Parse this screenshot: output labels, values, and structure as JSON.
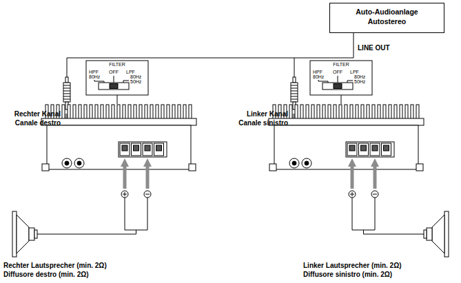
{
  "diagram": {
    "nodes": [
      {
        "text": [
          "Auto-Audioanlage",
          "Autostereo"
        ]
      }
    ],
    "labels": [
      "LINE OUT",
      "FILTER",
      "HPF",
      "OFF",
      "LPF",
      "80Hz",
      "80Hz",
      "50Hz",
      "FILTER",
      "HPF",
      "OFF",
      "LPF",
      "80Hz",
      "80Hz",
      "50Hz",
      "Rechter Kanal",
      "Canale destro",
      "Linker Kanal",
      "Canale sinistro",
      "Rechter Lautsprecher (min. 2Ω)",
      "Diffusore destro (min. 2Ω)",
      "Linker Lautsprecher (min. 2Ω)",
      "Diffusore sinistro (min. 2Ω)"
    ]
  }
}
